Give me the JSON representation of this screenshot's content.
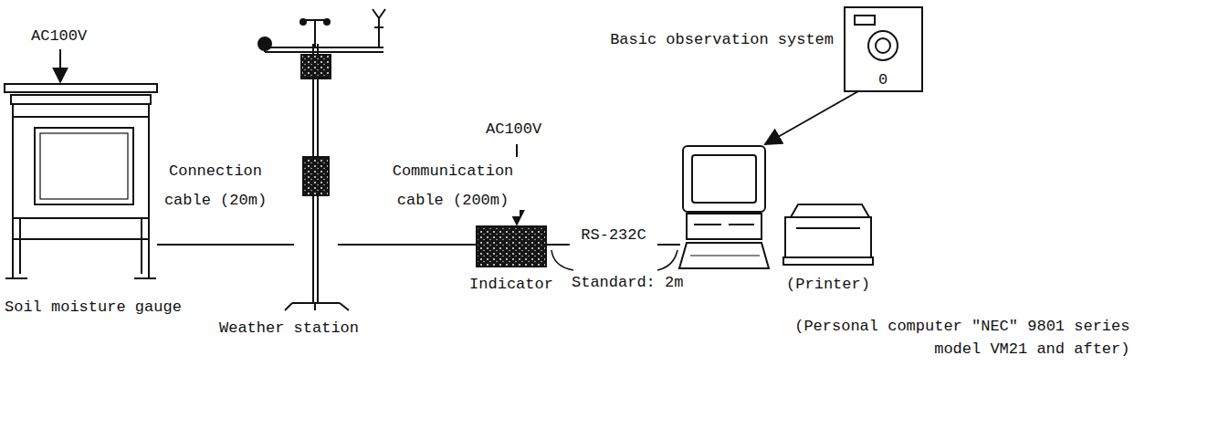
{
  "diagram": {
    "nodes": [
      {
        "text": [
          "Soil moisture gauge"
        ]
      },
      {
        "text": [
          "Weather station"
        ]
      },
      {
        "text": [
          "Indicator"
        ]
      },
      {
        "text": [
          "(Personal computer \"NEC\" 9801 series model VM21 and after)"
        ]
      },
      {
        "text": [
          "(Printer)"
        ]
      },
      {
        "text": [
          "Basic observation system",
          "0"
        ]
      }
    ],
    "edges": [
      {
        "from": 0,
        "to": 1,
        "label": "Connection cable (20m)",
        "arrow": "none"
      },
      {
        "from": 1,
        "to": 2,
        "label": "Communication cable (200m)",
        "arrow": "none"
      },
      {
        "from": 2,
        "to": 3,
        "label": "RS-232C",
        "arrow": "none"
      },
      {
        "from": 5,
        "to": 3,
        "arrow": "to"
      }
    ],
    "labels": [
      "AC100V",
      "AC100V",
      "Standard: 2m"
    ]
  }
}
